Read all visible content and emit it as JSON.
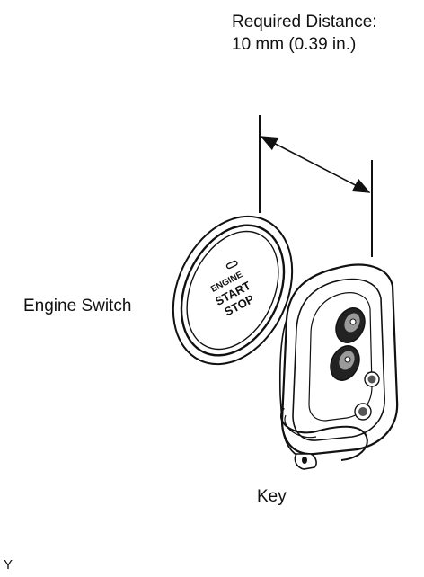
{
  "labels": {
    "required_title": "Required Distance:",
    "required_value": "10 mm (0.39 in.)",
    "engine_switch": "Engine Switch",
    "key": "Key",
    "figure_code": "Y"
  },
  "switch_text": {
    "line1": "ENGINE",
    "line2": "START",
    "line3": "STOP"
  },
  "colors": {
    "ink": "#111111",
    "background": "#ffffff"
  }
}
